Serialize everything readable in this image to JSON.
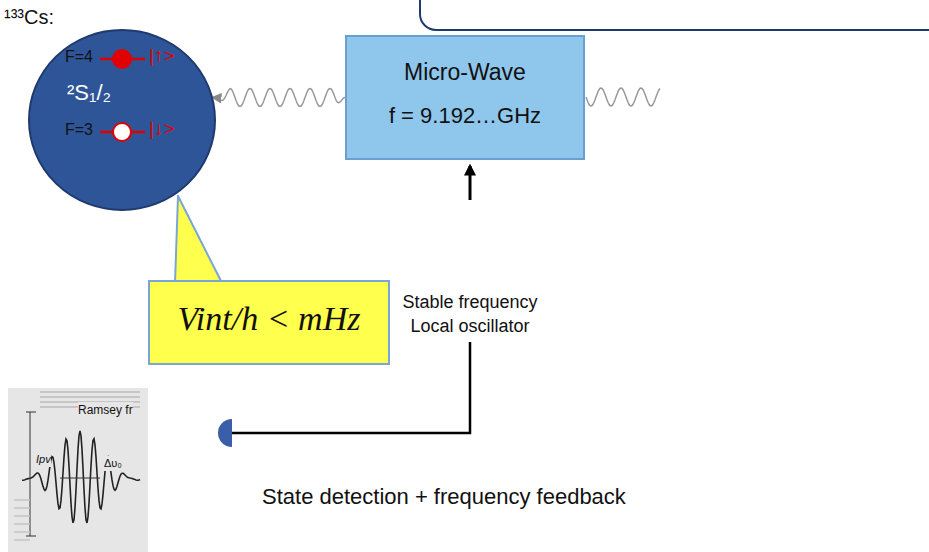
{
  "diagram": {
    "nodes": [
      {
        "text": [
          "F=4",
          "|↑>",
          "²S₁/₂",
          "F=3",
          "|↓>"
        ]
      },
      {
        "text": [
          "Micro-Wave",
          "f = 9.192…GHz"
        ]
      },
      {
        "text": [
          "Vint/h < mHz"
        ]
      }
    ],
    "edges": [
      {
        "from": 1,
        "to": 0,
        "arrow": "to"
      }
    ],
    "labels": [
      "¹³³Cs:",
      "Stable frequency Local oscillator",
      "State detection + frequency feedback",
      "Ramsey fr",
      "Ipv",
      "Δυ₀"
    ]
  }
}
